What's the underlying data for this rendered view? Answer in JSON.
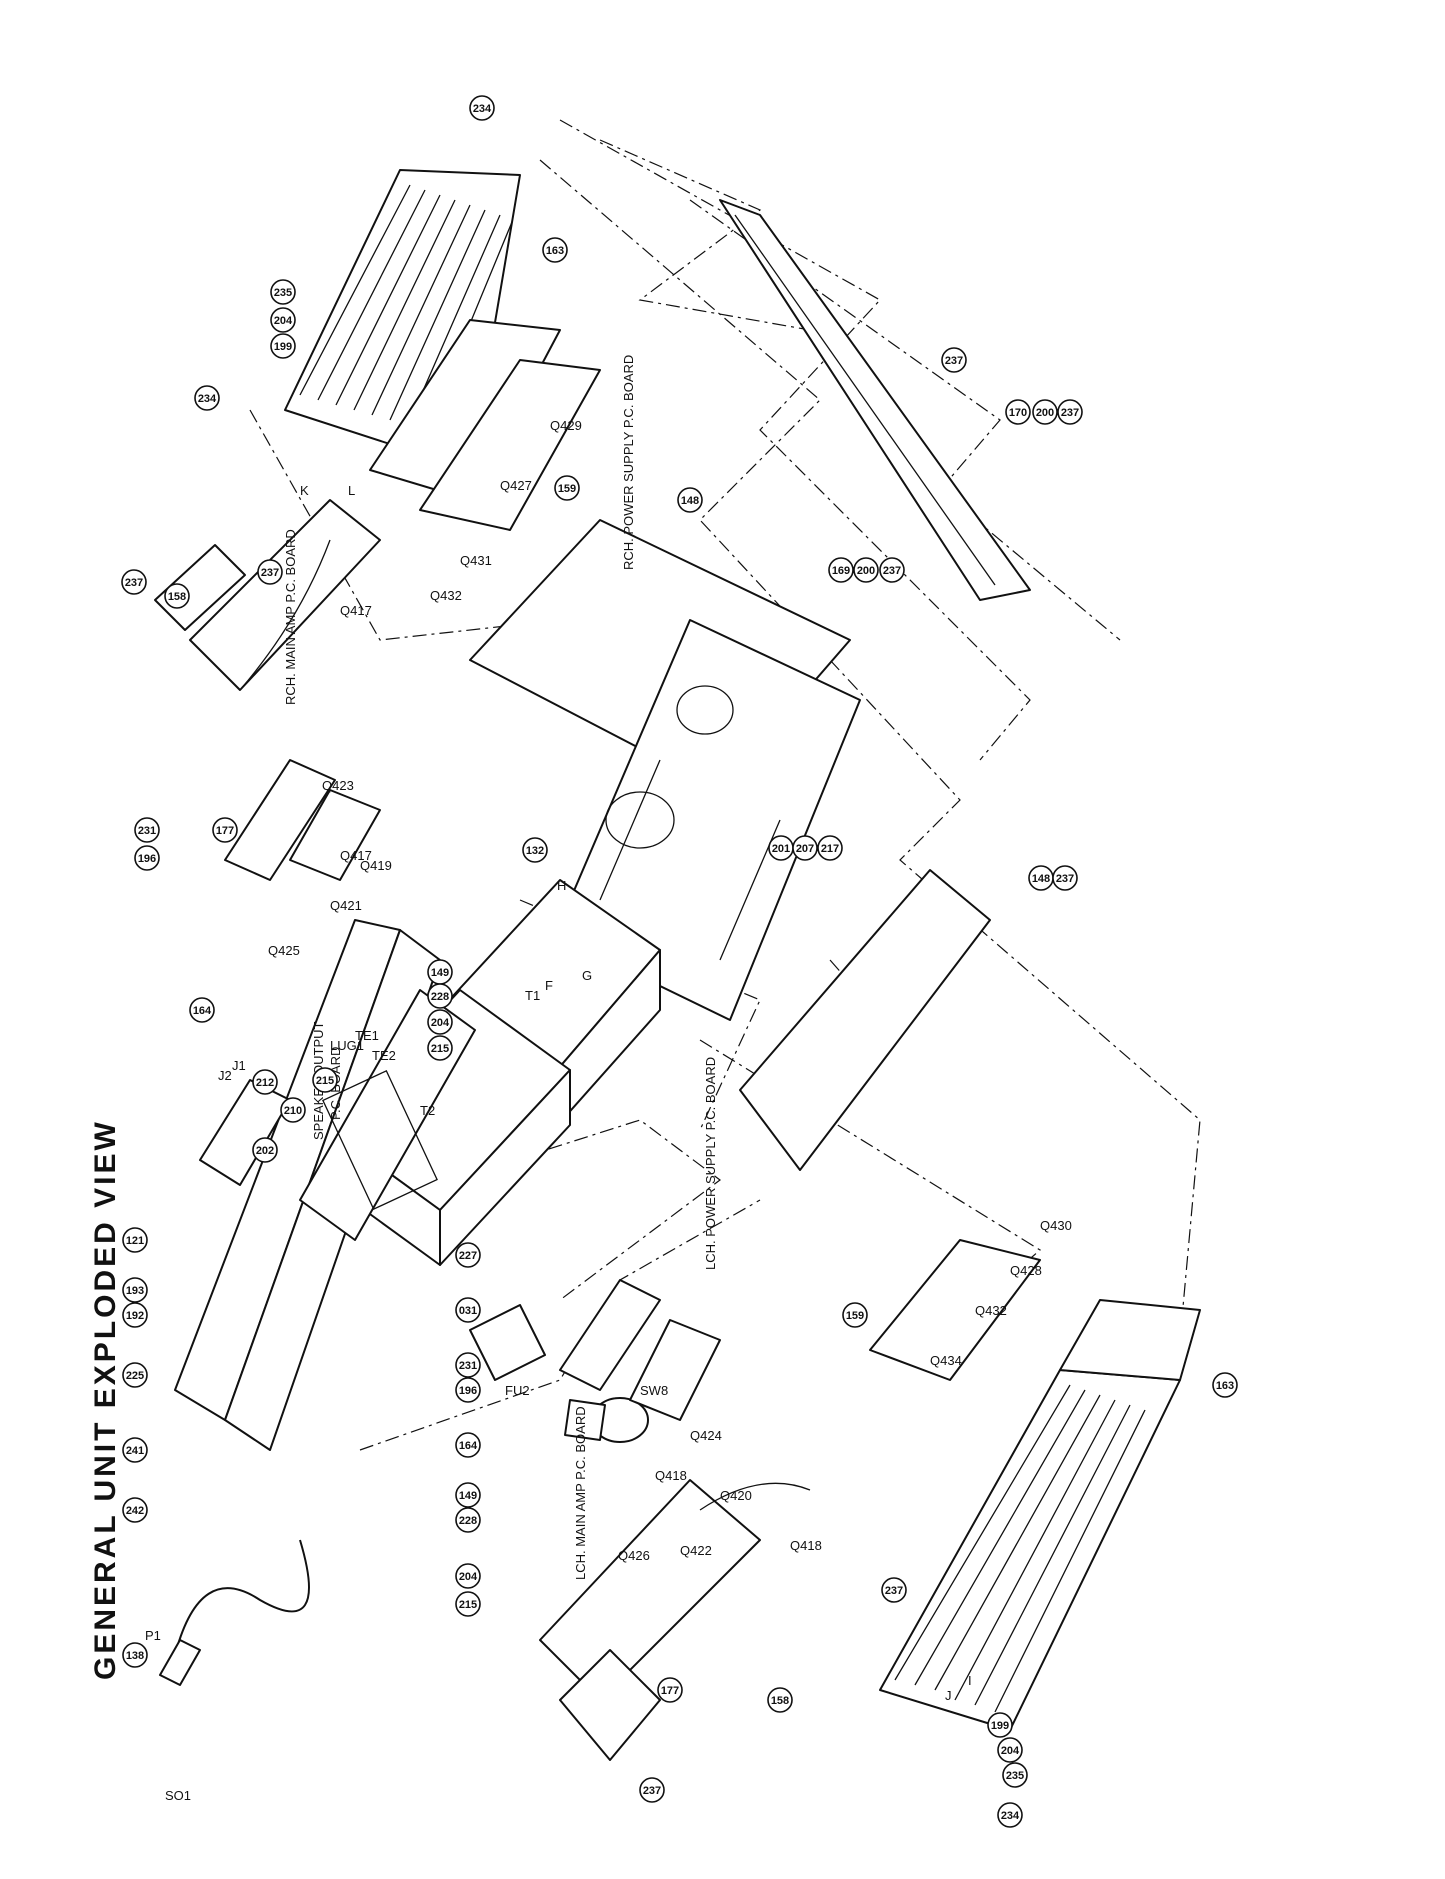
{
  "title": "GENERAL UNIT EXPLODED VIEW",
  "boards": {
    "rch_main_amp": "RCH. MAIN AMP P.C. BOARD",
    "rch_power_supply": "RCH. POWER SUPPLY P.C. BOARD",
    "lch_power_supply": "LCH. POWER SUPPLY P.C. BOARD",
    "lch_main_amp": "LCH. MAIN AMP P.C. BOARD",
    "speaker_output_1": "SPEAKER OUTPUT",
    "speaker_output_2": "P.C. BOARD"
  },
  "components": {
    "t1": "T1",
    "t2": "T2",
    "sw8": "SW8",
    "fu2": "FU2",
    "so1": "SO1",
    "p1": "P1",
    "lug1": "LUG1",
    "te1": "TE1",
    "te2": "TE2",
    "j1": "J1",
    "j2": "J2"
  },
  "reference_letters": {
    "f": "F",
    "g": "G",
    "h": "H",
    "k": "K",
    "l": "L",
    "i": "I",
    "j": "J"
  },
  "part_numbers": {
    "p234a": "234",
    "p163a": "163",
    "p235a": "235",
    "p204a": "204",
    "p199a": "199",
    "p234b": "234",
    "p159a": "159",
    "p237a": "237",
    "p148a": "148",
    "p170": "170",
    "p200a": "200",
    "p237b": "237",
    "p237c": "237",
    "p237d": "237",
    "p158a": "158",
    "p177a": "177",
    "p231a": "231",
    "p196a": "196",
    "p132": "132",
    "p169": "169",
    "p200b": "200",
    "p237e": "237",
    "p201": "201",
    "p207": "207",
    "p217": "217",
    "p148b": "148",
    "p237f": "237",
    "p164a": "164",
    "p149a": "149",
    "p228a": "228",
    "p204b": "204",
    "p215a": "215",
    "p212": "212",
    "p210": "210",
    "p215b": "215",
    "p202": "202",
    "p121": "121",
    "p193": "193",
    "p192": "192",
    "p225": "225",
    "p241": "241",
    "p242": "242",
    "p138": "138",
    "p227": "227",
    "p031": "031",
    "p231b": "231",
    "p196b": "196",
    "p164b": "164",
    "p149b": "149",
    "p228b": "228",
    "p204c": "204",
    "p215c": "215",
    "p237g": "237",
    "p177b": "177",
    "p158b": "158",
    "p237h": "237",
    "p159b": "159",
    "p163b": "163",
    "p199b": "199",
    "p204d": "204",
    "p235b": "235",
    "p234c": "234"
  },
  "transistors": {
    "q417a": "Q417",
    "q423": "Q423",
    "q419": "Q419",
    "q421": "Q421",
    "q425": "Q425",
    "q417b": "Q417",
    "q431": "Q431",
    "q432a": "Q432",
    "q427": "Q427",
    "q429": "Q429",
    "q424": "Q424",
    "q418a": "Q418",
    "q420": "Q420",
    "q426": "Q426",
    "q422": "Q422",
    "q418b": "Q418",
    "q430": "Q430",
    "q428": "Q428",
    "q432b": "Q432",
    "q434": "Q434"
  }
}
